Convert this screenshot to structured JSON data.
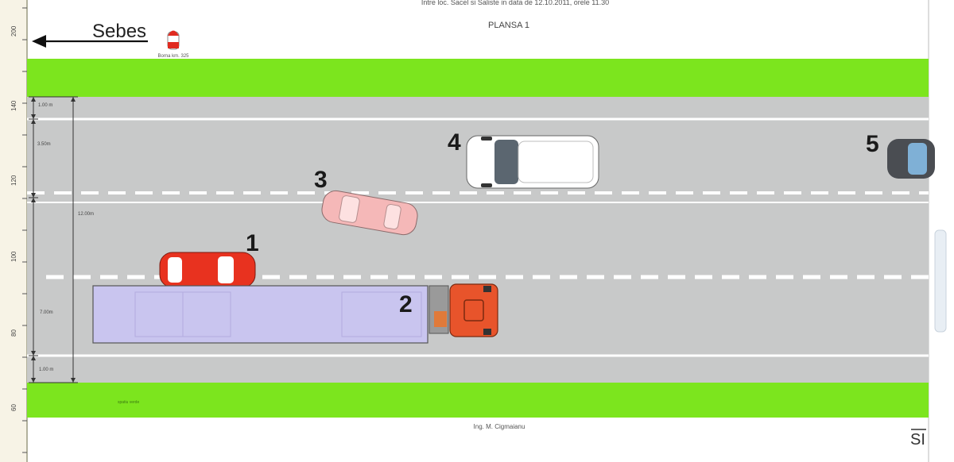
{
  "header": {
    "top_line": "Intre loc. Sacel si Saliste in data de 12.10.2011, orele 11.30",
    "plan_title": "PLANSA 1"
  },
  "direction": {
    "label": "Sebes",
    "marker_label": "Borna km. 325"
  },
  "ruler_labels": [
    "200",
    "140",
    "120",
    "100",
    "80",
    "60"
  ],
  "dimensions": {
    "top_shoulder": "1.00 m",
    "left_lane": "3.50m",
    "total_width": "12.00m",
    "right_lanes": "7.00m",
    "bottom_shoulder": "1.00 m"
  },
  "green_strip_label": "spatiu verde",
  "vehicles": [
    {
      "id": "1",
      "label": "1",
      "kind": "car",
      "color": "#e8321f"
    },
    {
      "id": "2",
      "label": "2",
      "kind": "truck",
      "cab_color": "#e8542b",
      "trailer_color": "#c9c5ef"
    },
    {
      "id": "3",
      "label": "3",
      "kind": "car",
      "color": "#f5b8b8"
    },
    {
      "id": "4",
      "label": "4",
      "kind": "van",
      "color": "#ffffff"
    },
    {
      "id": "5",
      "label": "5",
      "kind": "car",
      "color": "#4a4d52"
    }
  ],
  "footer": {
    "author": "Ing. M. Cigmaianu",
    "logo": "SI"
  },
  "colors": {
    "road": "#c8c9c9",
    "grass": "#7ce51e",
    "lane_marking": "#ffffff"
  }
}
